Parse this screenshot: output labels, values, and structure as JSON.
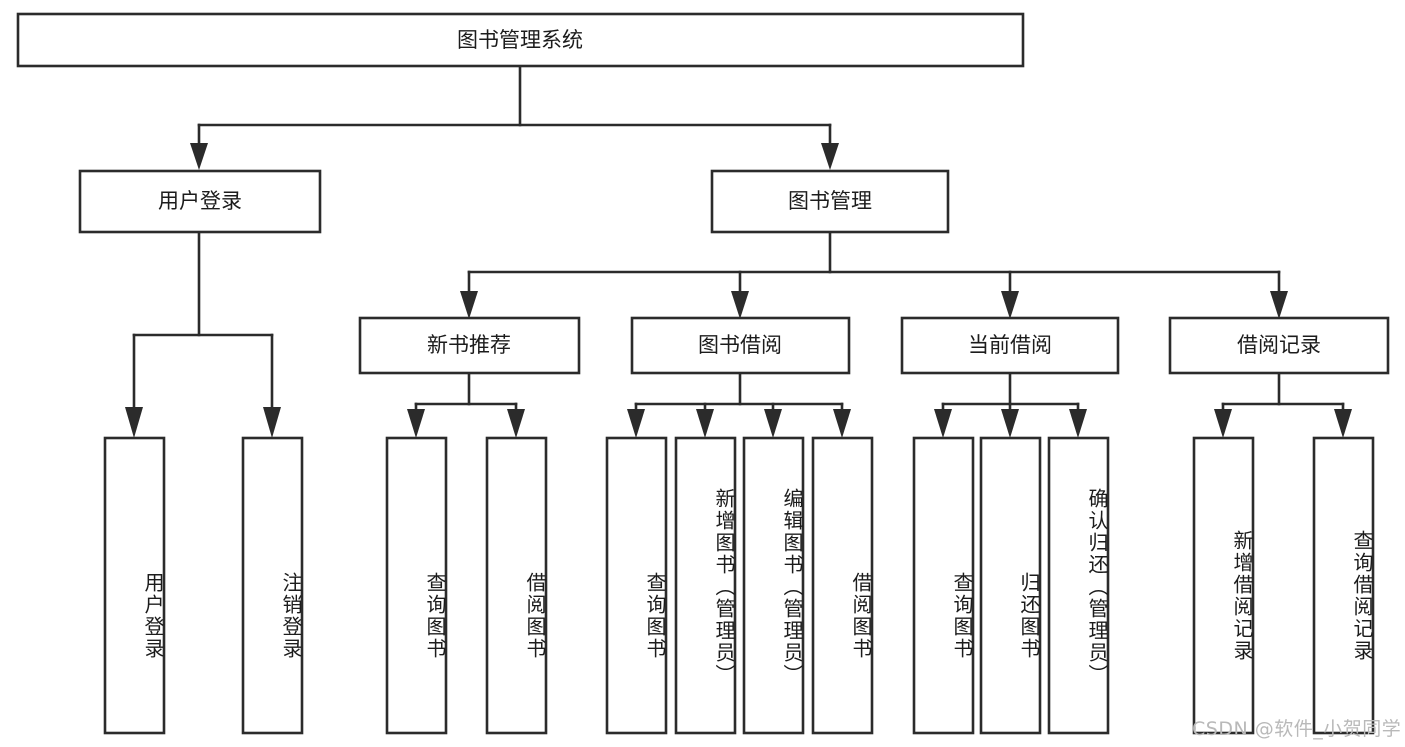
{
  "diagram": {
    "type": "tree-hierarchy-chart",
    "title": "图书管理系统",
    "stroke_color": "#2b2b2b",
    "fill_color": "#ffffff",
    "text_color": "#1c1c1c",
    "levels": {
      "root": {
        "label": "图书管理系统"
      },
      "level2": [
        {
          "id": "user-login",
          "label": "用户登录"
        },
        {
          "id": "book-management",
          "label": "图书管理"
        }
      ],
      "level3": [
        {
          "id": "new-book-recommend",
          "label": "新书推荐",
          "parent": "book-management"
        },
        {
          "id": "book-borrow",
          "label": "图书借阅",
          "parent": "book-management"
        },
        {
          "id": "current-borrow",
          "label": "当前借阅",
          "parent": "book-management"
        },
        {
          "id": "borrow-record",
          "label": "借阅记录",
          "parent": "book-management"
        }
      ],
      "leaves": [
        {
          "id": "leaf-user-login",
          "label": "用户登录",
          "parent": "user-login"
        },
        {
          "id": "leaf-logout-login",
          "label": "注销登录",
          "parent": "user-login"
        },
        {
          "id": "leaf-query-book-1",
          "label": "查询图书",
          "parent": "new-book-recommend"
        },
        {
          "id": "leaf-borrow-book-1",
          "label": "借阅图书",
          "parent": "new-book-recommend"
        },
        {
          "id": "leaf-query-book-2",
          "label": "查询图书",
          "parent": "book-borrow"
        },
        {
          "id": "leaf-add-book",
          "label": "新增图书（管理员）",
          "parent": "book-borrow"
        },
        {
          "id": "leaf-edit-book",
          "label": "编辑图书（管理员）",
          "parent": "book-borrow"
        },
        {
          "id": "leaf-borrow-book-2",
          "label": "借阅图书",
          "parent": "book-borrow"
        },
        {
          "id": "leaf-query-book-3",
          "label": "查询图书",
          "parent": "current-borrow"
        },
        {
          "id": "leaf-return-book",
          "label": "归还图书",
          "parent": "current-borrow"
        },
        {
          "id": "leaf-confirm-return",
          "label": "确认归还（管理员）",
          "parent": "current-borrow"
        },
        {
          "id": "leaf-add-record",
          "label": "新增借阅记录",
          "parent": "borrow-record"
        },
        {
          "id": "leaf-query-record",
          "label": "查询借阅记录",
          "parent": "borrow-record"
        }
      ]
    }
  },
  "watermark": {
    "text": "CSDN @软件_小贺同学"
  }
}
